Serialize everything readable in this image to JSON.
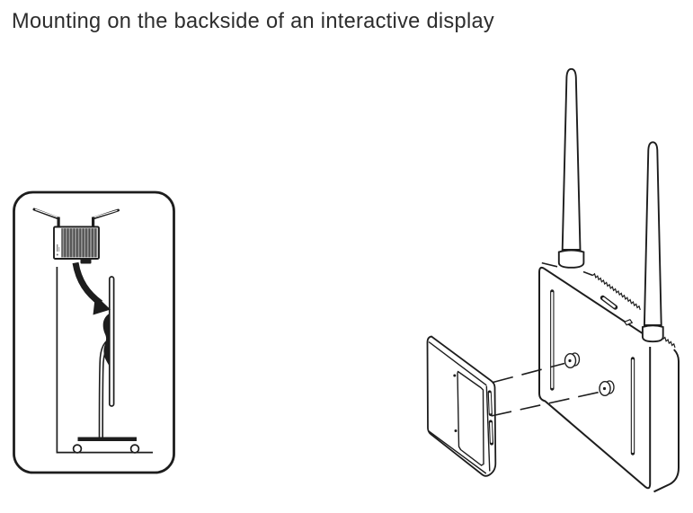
{
  "page": {
    "title": "Mounting on the backside of an interactive display",
    "background_color": "#ffffff",
    "text_color": "#2d2d2d",
    "line_color": "#1d1d1d"
  },
  "colors": {
    "line_art": "#1d1d1d",
    "device_stripe_dark": "#474747",
    "device_stripe_light": "#969696"
  },
  "figures": {
    "inset": {
      "description": "Framed side view: wireless device with two antennas is mounted, shown by a curved arrow, onto the backside of an interactive display standing on a wheeled floor stand"
    },
    "exploded": {
      "description": "Exploded perspective view: mounting bracket with keyhole slots aligned by dashed guide lines to two shoulder screws on the back of the wireless device with two antennas"
    }
  }
}
